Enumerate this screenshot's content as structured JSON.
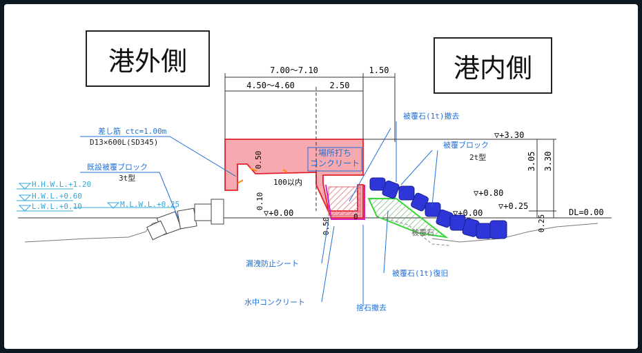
{
  "side_labels": {
    "outer": "港外側",
    "inner": "港内側"
  },
  "dimensions": {
    "top_total": "7.00～7.10",
    "top_left": "4.50～4.60",
    "top_mid": "2.50",
    "top_right": "1.50",
    "right_305": "3.05",
    "right_330": "3.30",
    "left_010": "0.10",
    "left_050": "0.50",
    "notch_100": "100以内",
    "base_050": "0.50",
    "base_0": "0",
    "right_025": "0.25"
  },
  "levels": {
    "top": "▽+3.30",
    "plus080": "▽+0.80",
    "plus025": "▽+0.25",
    "zero_center": "▽+0.00",
    "zero_right": "▽+0.00",
    "dl": "DL=0.00",
    "hhwl": "H.H.W.L.+1.20",
    "hwl": "H.W.L.+0.60",
    "lwl": "L.W.L.+0.10",
    "mlwl": "M.L.W.L.+0.25"
  },
  "callouts": {
    "rebar_1": "差し筋 ctc=1.00m",
    "rebar_2": "D13×600L(SD345)",
    "existing_block_1": "既設被覆ブロック",
    "existing_block_2": "3t型",
    "cast_concrete": "場所打ち\nコンクリート",
    "armor_removal": "被覆石(1t)撤去",
    "cover_block_1": "被覆ブロック",
    "cover_block_2": "2t型",
    "leak_sheet": "漏洩防止シート",
    "underwater_concrete": "水中コンクリート",
    "rubble_removal": "捨石撤去",
    "armor_restore": "被覆石(1t)復旧",
    "armor_stone_small": "被覆石"
  },
  "colors": {
    "callout_blue": "#1e6fd8",
    "concrete_fill": "#f6aab0",
    "concrete_stroke": "#e0202a",
    "block_blue": "#2f36d8",
    "green": "#33d633",
    "hatch_red": "#e07080",
    "magenta": "#d020c0"
  }
}
